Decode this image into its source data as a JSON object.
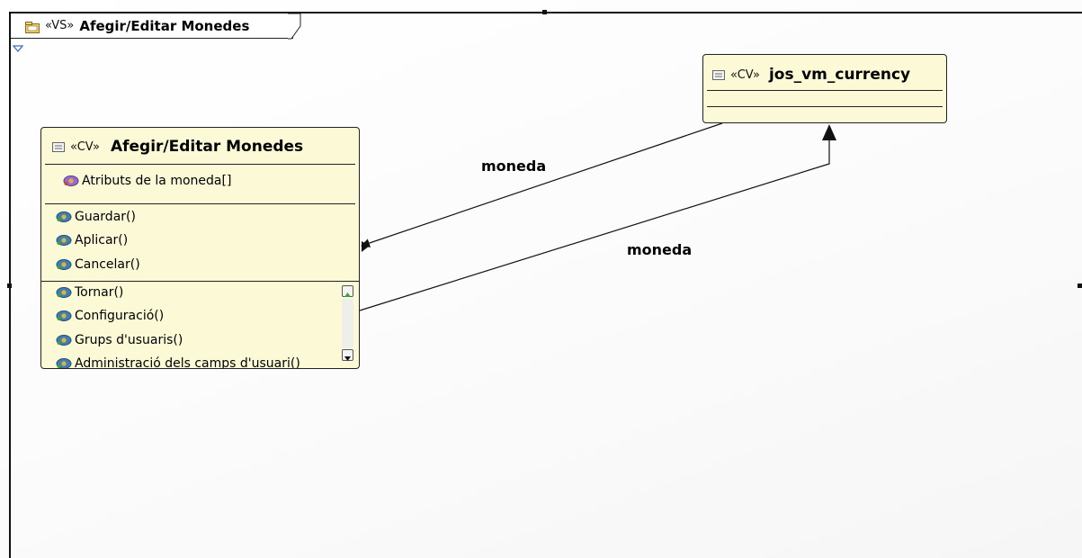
{
  "frame": {
    "stereotype": "«VS»",
    "title": "Afegir/Editar Monedes"
  },
  "classes": {
    "left": {
      "stereotype": "«CV»",
      "title": "Afegir/Editar Monedes",
      "attributes": [
        "Atributs de la moneda[]"
      ],
      "operations": [
        "Guardar()",
        "Aplicar()",
        "Cancelar()"
      ],
      "extra_operations": [
        "Tornar()",
        "Configuració()",
        "Grups d'usuaris()",
        "Administració dels camps d'usuari()"
      ]
    },
    "right": {
      "stereotype": "«CV»",
      "title": "jos_vm_currency"
    }
  },
  "associations": {
    "upper_label": "moneda",
    "lower_label": "moneda"
  },
  "colors": {
    "class_fill": "#fbf9d6",
    "stroke": "#222222",
    "op_icon_fill": "#3f7fb0",
    "op_icon_accent": "#e0b040"
  }
}
